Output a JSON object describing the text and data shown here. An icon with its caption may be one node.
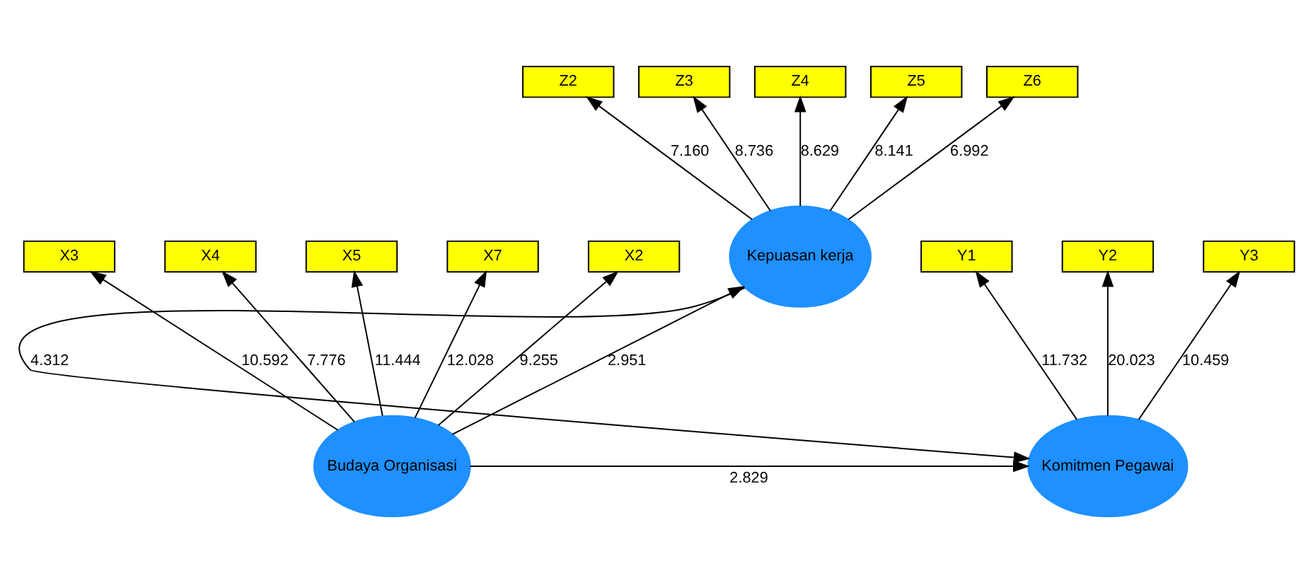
{
  "diagram": {
    "nodes": [
      {
        "text": [
          "Z2"
        ]
      },
      {
        "text": [
          "Z3"
        ]
      },
      {
        "text": [
          "Z4"
        ]
      },
      {
        "text": [
          "Z5"
        ]
      },
      {
        "text": [
          "Z6"
        ]
      },
      {
        "text": [
          "Kepuasan kerja"
        ]
      },
      {
        "text": [
          "X3"
        ]
      },
      {
        "text": [
          "X4"
        ]
      },
      {
        "text": [
          "X5"
        ]
      },
      {
        "text": [
          "X7"
        ]
      },
      {
        "text": [
          "X2"
        ]
      },
      {
        "text": [
          "Budaya Organisasi"
        ]
      },
      {
        "text": [
          "Komitmen Pegawai"
        ]
      },
      {
        "text": [
          "Y1"
        ]
      },
      {
        "text": [
          "Y2"
        ]
      },
      {
        "text": [
          "Y3"
        ]
      }
    ],
    "edges": [
      {
        "from": 5,
        "to": 0,
        "arrow": "to",
        "label": "7.160"
      },
      {
        "from": 5,
        "to": 1,
        "arrow": "to",
        "label": "8.736"
      },
      {
        "from": 5,
        "to": 2,
        "arrow": "to",
        "label": "8.629"
      },
      {
        "from": 5,
        "to": 3,
        "arrow": "to",
        "label": "8.141"
      },
      {
        "from": 5,
        "to": 4,
        "arrow": "to",
        "label": "6.992"
      },
      {
        "from": 11,
        "to": 6,
        "arrow": "to",
        "label": "10.592"
      },
      {
        "from": 11,
        "to": 7,
        "arrow": "to",
        "label": "7.776"
      },
      {
        "from": 11,
        "to": 8,
        "arrow": "to",
        "label": "11.444"
      },
      {
        "from": 11,
        "to": 9,
        "arrow": "to",
        "label": "12.028"
      },
      {
        "from": 11,
        "to": 10,
        "arrow": "to",
        "label": "9.255"
      },
      {
        "from": 11,
        "to": 5,
        "arrow": "to",
        "label": "2.951"
      },
      {
        "from": 5,
        "to": 12,
        "arrow": "to",
        "label": "4.312"
      },
      {
        "from": 11,
        "to": 12,
        "arrow": "to",
        "label": "2.829"
      },
      {
        "from": 12,
        "to": 13,
        "arrow": "to",
        "label": "11.732"
      },
      {
        "from": 12,
        "to": 14,
        "arrow": "to",
        "label": "20.023"
      },
      {
        "from": 12,
        "to": 15,
        "arrow": "to",
        "label": "10.459"
      }
    ]
  }
}
